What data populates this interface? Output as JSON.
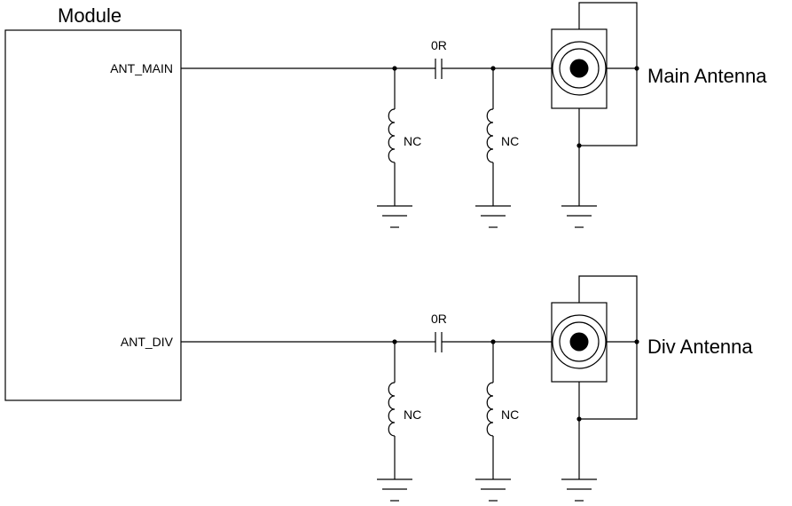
{
  "module": {
    "title": "Module",
    "pins": [
      {
        "label": "ANT_MAIN"
      },
      {
        "label": "ANT_DIV"
      }
    ]
  },
  "channels": [
    {
      "capacitor_label": "0R",
      "inductor_labels": [
        "NC",
        "NC"
      ],
      "antenna_label": "Main Antenna"
    },
    {
      "capacitor_label": "0R",
      "inductor_labels": [
        "NC",
        "NC"
      ],
      "antenna_label": "Div Antenna"
    }
  ]
}
